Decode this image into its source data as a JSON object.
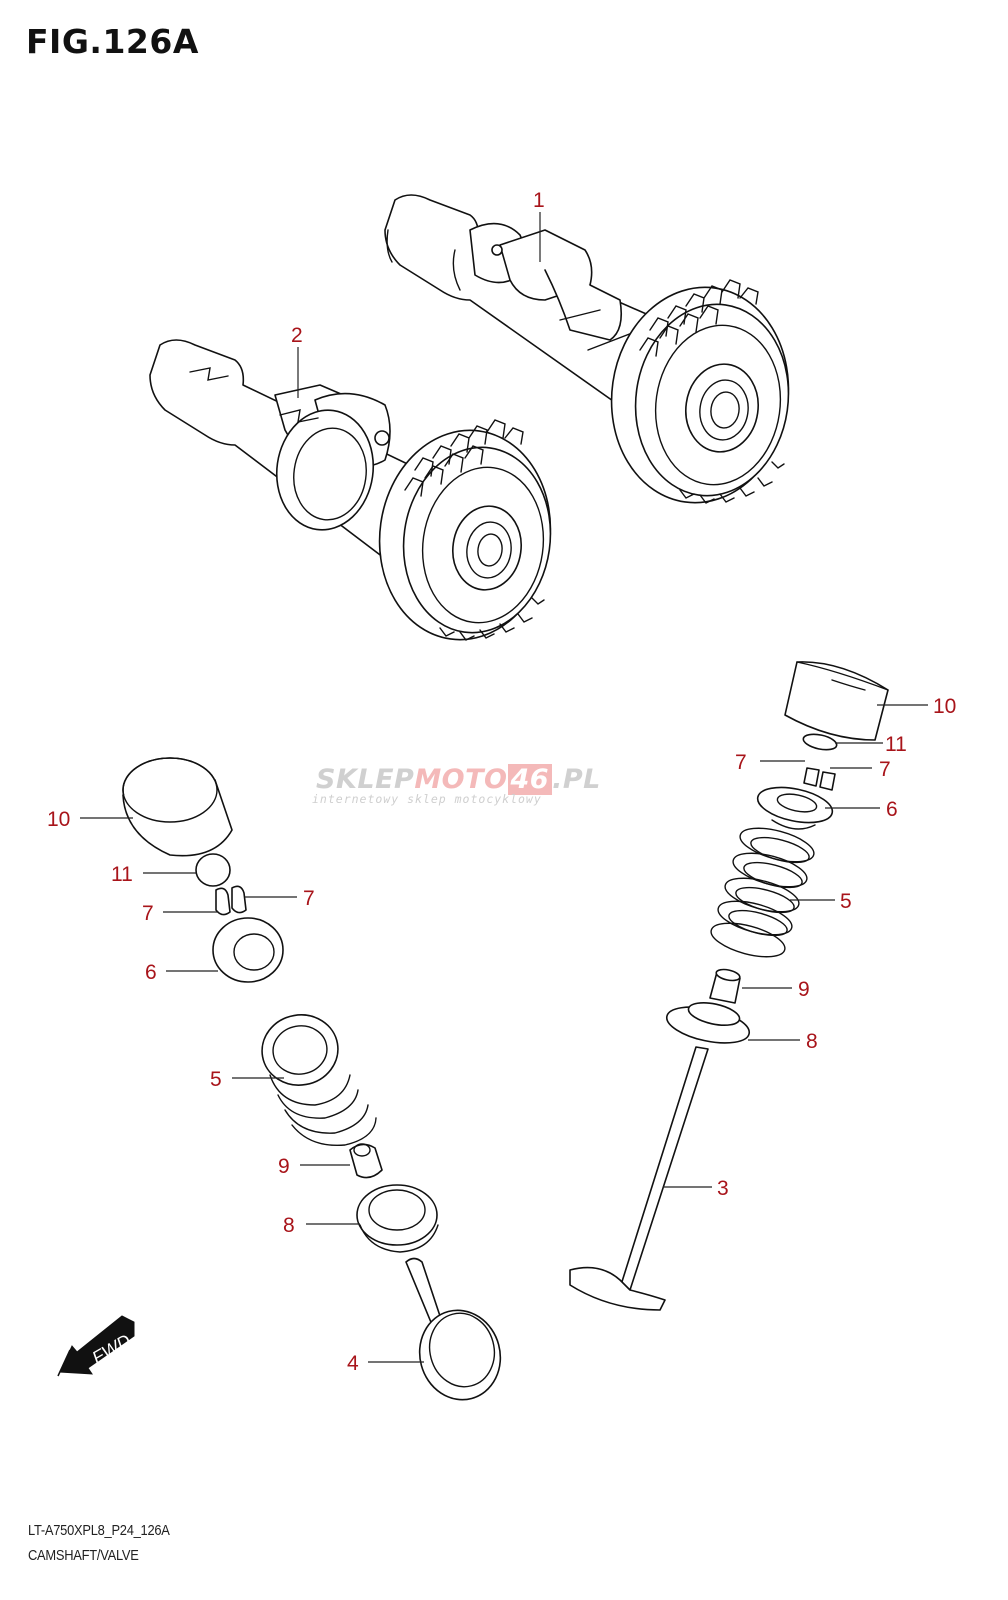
{
  "figure": {
    "title": "FIG.126A",
    "model_code": "LT-A750XPL8_P24_126A",
    "section_name": "CAMSHAFT/VALVE"
  },
  "watermark": {
    "part1": "SKLEP",
    "part2": "MOTO",
    "part3": "46",
    "part4": ".PL",
    "tagline": "internetowy sklep motocyklowy"
  },
  "direction_badge": {
    "label": "FWD"
  },
  "callout_color": "#a8141a",
  "callouts": [
    {
      "ref": "1",
      "part": "camshaft-exhaust"
    },
    {
      "ref": "2",
      "part": "camshaft-intake"
    },
    {
      "ref": "3",
      "part": "valve-right"
    },
    {
      "ref": "4",
      "part": "valve-left"
    },
    {
      "ref": "5",
      "part": "valve-spring-right"
    },
    {
      "ref": "5",
      "part": "valve-spring-left"
    },
    {
      "ref": "6",
      "part": "spring-retainer-right"
    },
    {
      "ref": "6",
      "part": "spring-retainer-left"
    },
    {
      "ref": "7",
      "part": "valve-cotter-right-a"
    },
    {
      "ref": "7",
      "part": "valve-cotter-right-b"
    },
    {
      "ref": "7",
      "part": "valve-cotter-left-a"
    },
    {
      "ref": "7",
      "part": "valve-cotter-left-b"
    },
    {
      "ref": "8",
      "part": "spring-seat-right"
    },
    {
      "ref": "8",
      "part": "spring-seat-left"
    },
    {
      "ref": "9",
      "part": "stem-seal-right"
    },
    {
      "ref": "9",
      "part": "stem-seal-left"
    },
    {
      "ref": "10",
      "part": "tappet-right"
    },
    {
      "ref": "10",
      "part": "tappet-left"
    },
    {
      "ref": "11",
      "part": "shim-right"
    },
    {
      "ref": "11",
      "part": "shim-left"
    }
  ]
}
